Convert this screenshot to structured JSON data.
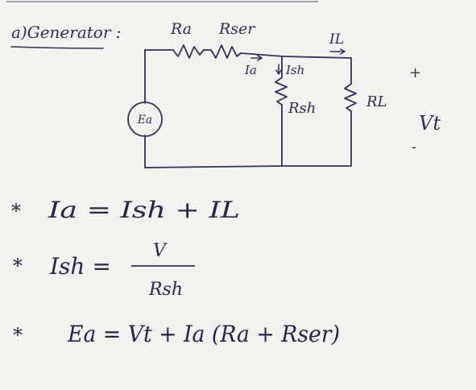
{
  "heading": {
    "text": "a)Generator :"
  },
  "circuit": {
    "resistor_labels": {
      "ra": "Ra",
      "rser": "Rser",
      "rsh": "Rsh",
      "rl": "RL"
    },
    "current_labels": {
      "ia": "Ia",
      "ish": "Ish",
      "il": "IL"
    },
    "source_label": "Ea",
    "terminal": {
      "plus": "+",
      "minus": "-",
      "voltage": "Vt"
    }
  },
  "equations": {
    "eq1": {
      "bullet": "*",
      "text": "Ia = Ish + IL"
    },
    "eq2": {
      "bullet": "*",
      "lhs": "Ish =",
      "numerator": "V",
      "denominator": "Rsh"
    },
    "eq3": {
      "bullet": "*",
      "text": "Ea = Vt + Ia (Ra + Rser)"
    }
  },
  "colors": {
    "paper": "#f4f2ee",
    "ink": "#2f3160"
  }
}
